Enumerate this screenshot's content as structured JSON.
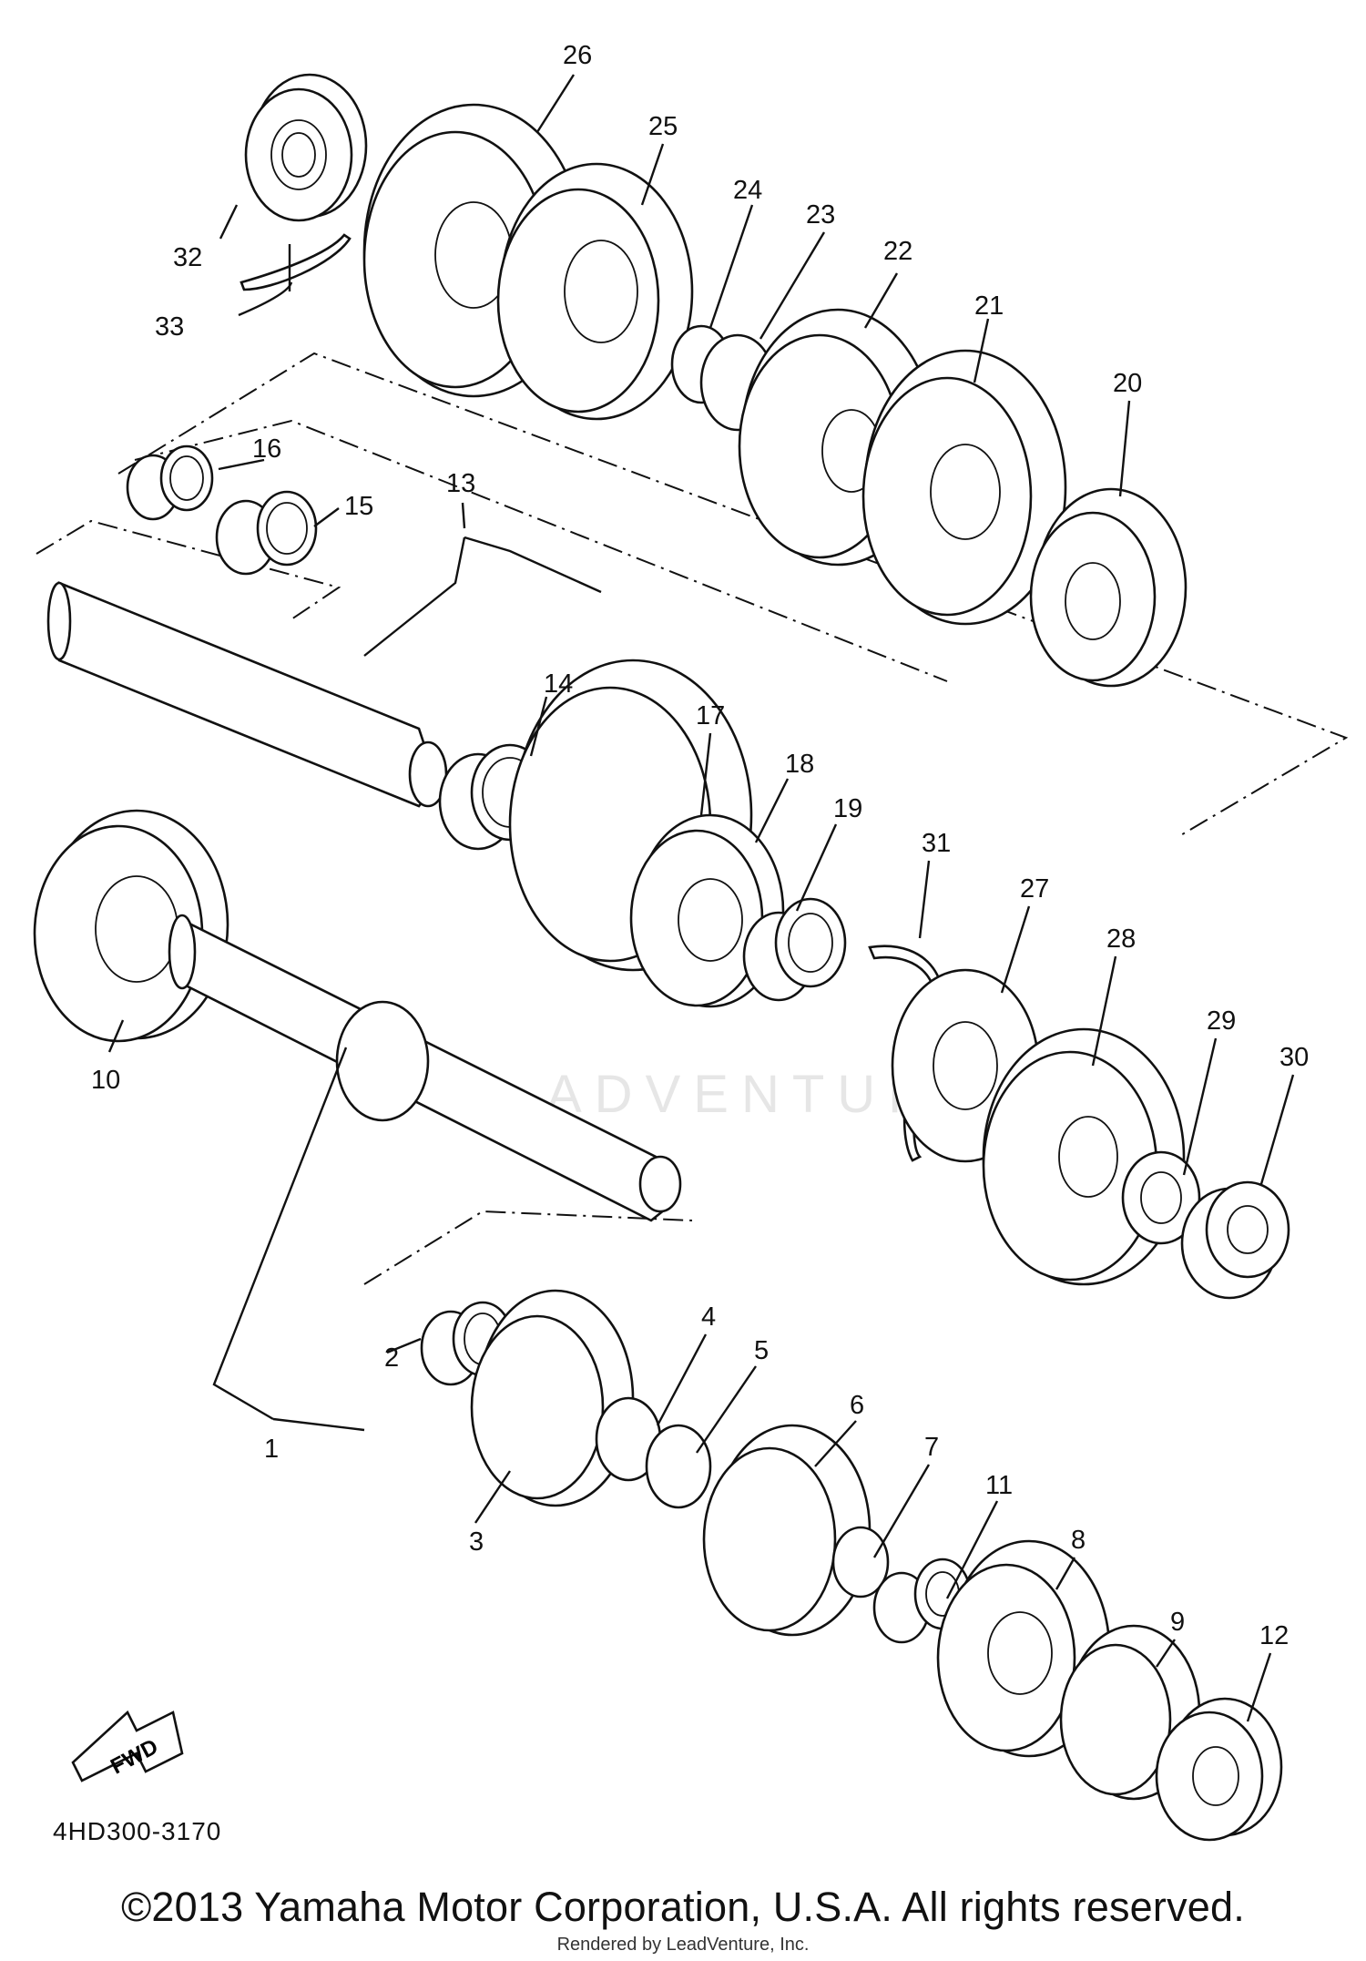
{
  "diagram": {
    "code": "4HD300-3170",
    "fwd_label": "FWD",
    "watermark": "ADVENTURE",
    "copyright": "©2013 Yamaha Motor Corporation, U.S.A. All rights reserved.",
    "rendered_by": "Rendered by LeadVenture, Inc.",
    "callouts": [
      "1",
      "2",
      "3",
      "4",
      "5",
      "6",
      "7",
      "8",
      "9",
      "10",
      "11",
      "12",
      "13",
      "14",
      "15",
      "16",
      "17",
      "18",
      "19",
      "20",
      "21",
      "22",
      "23",
      "24",
      "25",
      "26",
      "27",
      "28",
      "29",
      "30",
      "31",
      "32",
      "33"
    ]
  }
}
